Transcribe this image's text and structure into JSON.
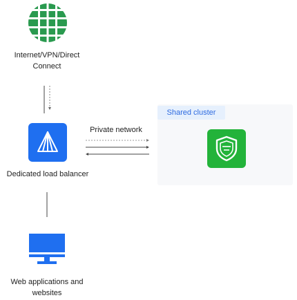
{
  "nodes": {
    "internet": {
      "label": "Internet/VPN/Direct Connect",
      "icon": "globe-icon",
      "color": "#2a9a4f"
    },
    "load_balancer": {
      "label": "Dedicated load balancer",
      "icon": "load-balancer-icon",
      "color": "#1f6ff0"
    },
    "web_apps": {
      "label": "Web applications and websites",
      "icon": "monitor-icon",
      "color": "#1f6ff0"
    },
    "shared_cluster": {
      "label": "Shared cluster",
      "icon": "shield-icon",
      "color": "#23b33a"
    }
  },
  "edges": {
    "private_network": {
      "label": "Private network"
    }
  }
}
